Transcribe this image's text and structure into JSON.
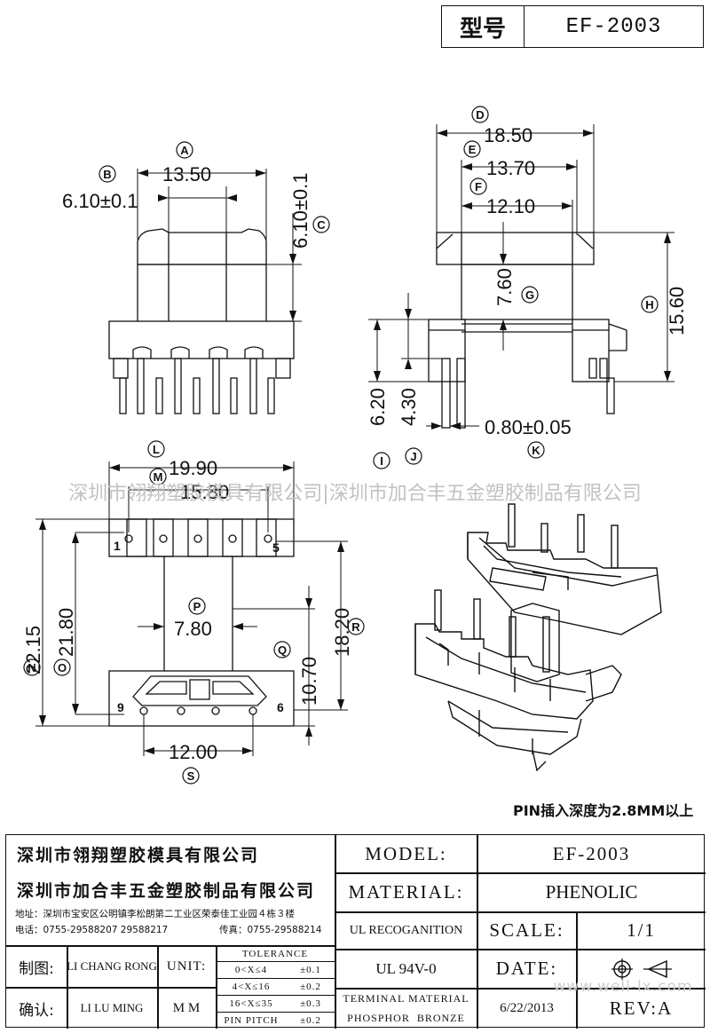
{
  "header": {
    "model_label": "型号",
    "model_value": "EF-2003"
  },
  "top_view": {
    "labels": {
      "A": "13.50",
      "B": "6.10±0.1",
      "C": "6.10±0.1"
    },
    "circle_letters": [
      "A",
      "B",
      "C"
    ]
  },
  "side_view": {
    "labels": {
      "D": "18.50",
      "E": "13.70",
      "F": "12.10",
      "G": "7.60",
      "H": "15.60",
      "I": "6.20",
      "J": "4.30",
      "K": "0.80±0.05"
    },
    "circle_letters": [
      "D",
      "E",
      "F",
      "G",
      "H",
      "I",
      "J",
      "K"
    ]
  },
  "bottom_view": {
    "labels": {
      "L": "19.90",
      "M": "15.80",
      "N": "22.15",
      "O": "21.80",
      "P": "7.80",
      "Q": "10.70",
      "R": "18.20",
      "S": "12.00"
    },
    "circle_letters": [
      "L",
      "M",
      "N",
      "O",
      "P",
      "Q",
      "R",
      "S"
    ],
    "pin_numbers": [
      "1",
      "5",
      "9",
      "6"
    ]
  },
  "watermark": "深圳市翎翔塑胶模具有限公司|深圳市加合丰五金塑胶制品有限公司",
  "pin_note": "PIN插入深度为2.8MM以上",
  "title_block": {
    "company1": "深圳市翎翔塑胶模具有限公司",
    "company2": "深圳市加合丰五金塑胶制品有限公司",
    "address": "地址：深圳市宝安区公明镇李松朗第二工业区荣泰佳工业园４栋３楼",
    "tel": "电话：0755-29588207  29588217",
    "fax": "传真：0755-29588214",
    "model_label": "MODEL:",
    "model_value": "EF-2003",
    "material_label": "MATERIAL:",
    "material_value": "PHENOLIC",
    "ul_label": "UL RECOGANITION",
    "ul_value": "UL 94V-0",
    "scale_label": "SCALE:",
    "scale_value": "1/1",
    "date_label": "DATE:",
    "date_value": "6/22/2013",
    "rev_label": "REV:A",
    "terminal_material": "TERMINAL MATERIAL",
    "phosphor_bronze": "PHOSPHOR  BRONZE",
    "drawn_label": "制图:",
    "drawn_name": "LI CHANG RONG",
    "check_label": "确认:",
    "check_name": "LI LU MING",
    "unit_label": "UNIT:",
    "unit_value": "M M",
    "tolerance_label": "TOLERANCE",
    "tolerance_rows": [
      {
        "range": "0<X≤4",
        "tol": "±0.1"
      },
      {
        "range": "4<X≤16",
        "tol": "±0.2"
      },
      {
        "range": "16<X≤35",
        "tol": "±0.3"
      },
      {
        "range": "PIN PITCH",
        "tol": "±0.2"
      }
    ],
    "url_watermark": "www.well-lx.com"
  }
}
